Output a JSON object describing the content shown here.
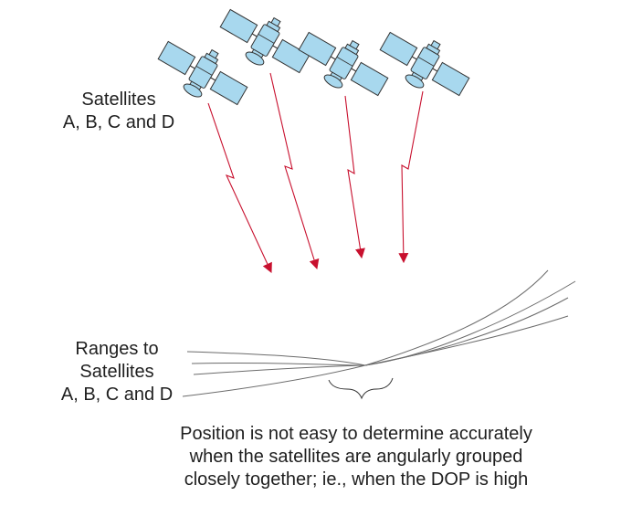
{
  "satellites_label": [
    "Satellites",
    "A, B, C and D"
  ],
  "ranges_label": [
    "Ranges to",
    "Satellites",
    "A, B, C and D"
  ],
  "caption": [
    "Position is not easy to determine accurately",
    "when the satellites are angularly grouped",
    "closely together; ie., when the DOP is high"
  ],
  "colors": {
    "satellite_fill": "#a8d8ee",
    "satellite_stroke": "#333333",
    "signal": "#c8102e",
    "range_arc": "#6b6b6b",
    "text": "#1f1f1f"
  },
  "icons": [
    "satellite-icon",
    "signal-arrow-icon",
    "range-arc",
    "position-brace"
  ]
}
